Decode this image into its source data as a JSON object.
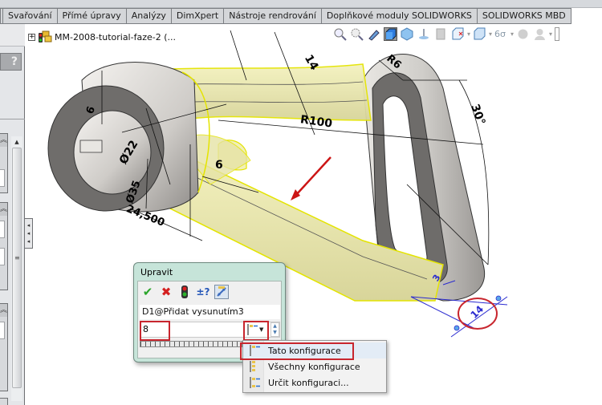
{
  "tabs": [
    {
      "label": "Svařování"
    },
    {
      "label": "Přímé úpravy"
    },
    {
      "label": "Analýzy"
    },
    {
      "label": "DimXpert"
    },
    {
      "label": "Nástroje rendrování"
    },
    {
      "label": "Doplňkové moduly SOLIDWORKS"
    },
    {
      "label": "SOLIDWORKS MBD"
    }
  ],
  "left_panel": {
    "help_label": "?",
    "collapse_icon": "chevron-double-up-icon",
    "scroll_up_icon": "triangle-up-icon",
    "grip_icon": "≡",
    "collapse_handle_icon": "◂◂◂"
  },
  "tree": {
    "expand_glyph": "+",
    "root_label": "MM-2008-tutorial-faze-2  (..."
  },
  "heads_up_toolbar": [
    {
      "icon": "zoom-to-fit-icon"
    },
    {
      "icon": "zoom-to-area-icon"
    },
    {
      "icon": "previous-view-icon"
    },
    {
      "icon": "section-view-icon"
    },
    {
      "icon": "dynamic-annotation-view-icon"
    },
    {
      "icon": "view-orientation-icon"
    },
    {
      "icon": "display-style-icon"
    },
    {
      "icon": "hide-show-items-icon"
    },
    {
      "icon": "edit-appearance-icon"
    },
    {
      "icon": "apply-scene-icon"
    },
    {
      "icon": "view-settings-icon"
    }
  ],
  "dimensions": {
    "d_6_top": "6",
    "d_14_top": "14",
    "d_r6": "R6",
    "d_30": "30°",
    "d_r100": "R100",
    "d_phi22": "Ø22",
    "d_phi35": "Ø35",
    "d_6_mid": "6",
    "d_24500": "24,500",
    "d_3": "3",
    "d_14_circled": "14"
  },
  "modify_dialog": {
    "title": "Upravit",
    "buttons": [
      {
        "name": "ok",
        "glyph": "✔",
        "color": "#2aa52a"
      },
      {
        "name": "cancel",
        "glyph": "✖",
        "color": "#d42020"
      },
      {
        "name": "rebuild",
        "glyph": "●",
        "color": "#2a9c3b"
      },
      {
        "name": "reverse-sense",
        "glyph": "±?",
        "color": "#2456b8"
      },
      {
        "name": "mark-for-drawing",
        "glyph": "⤢",
        "color": "#3b6bbf"
      }
    ],
    "dimension_name": "D1@Přidat vysunutím3",
    "value": "8"
  },
  "config_menu": {
    "items": [
      {
        "label": "Tato konfigurace",
        "selected": true
      },
      {
        "label": "Všechny konfigurace",
        "selected": false
      },
      {
        "label": "Určit konfiguraci...",
        "selected": false
      }
    ]
  },
  "colors": {
    "highlight_red": "#c8262e",
    "selection_yellow": "#f0f000",
    "dimension_blue": "#2a2ad0"
  }
}
